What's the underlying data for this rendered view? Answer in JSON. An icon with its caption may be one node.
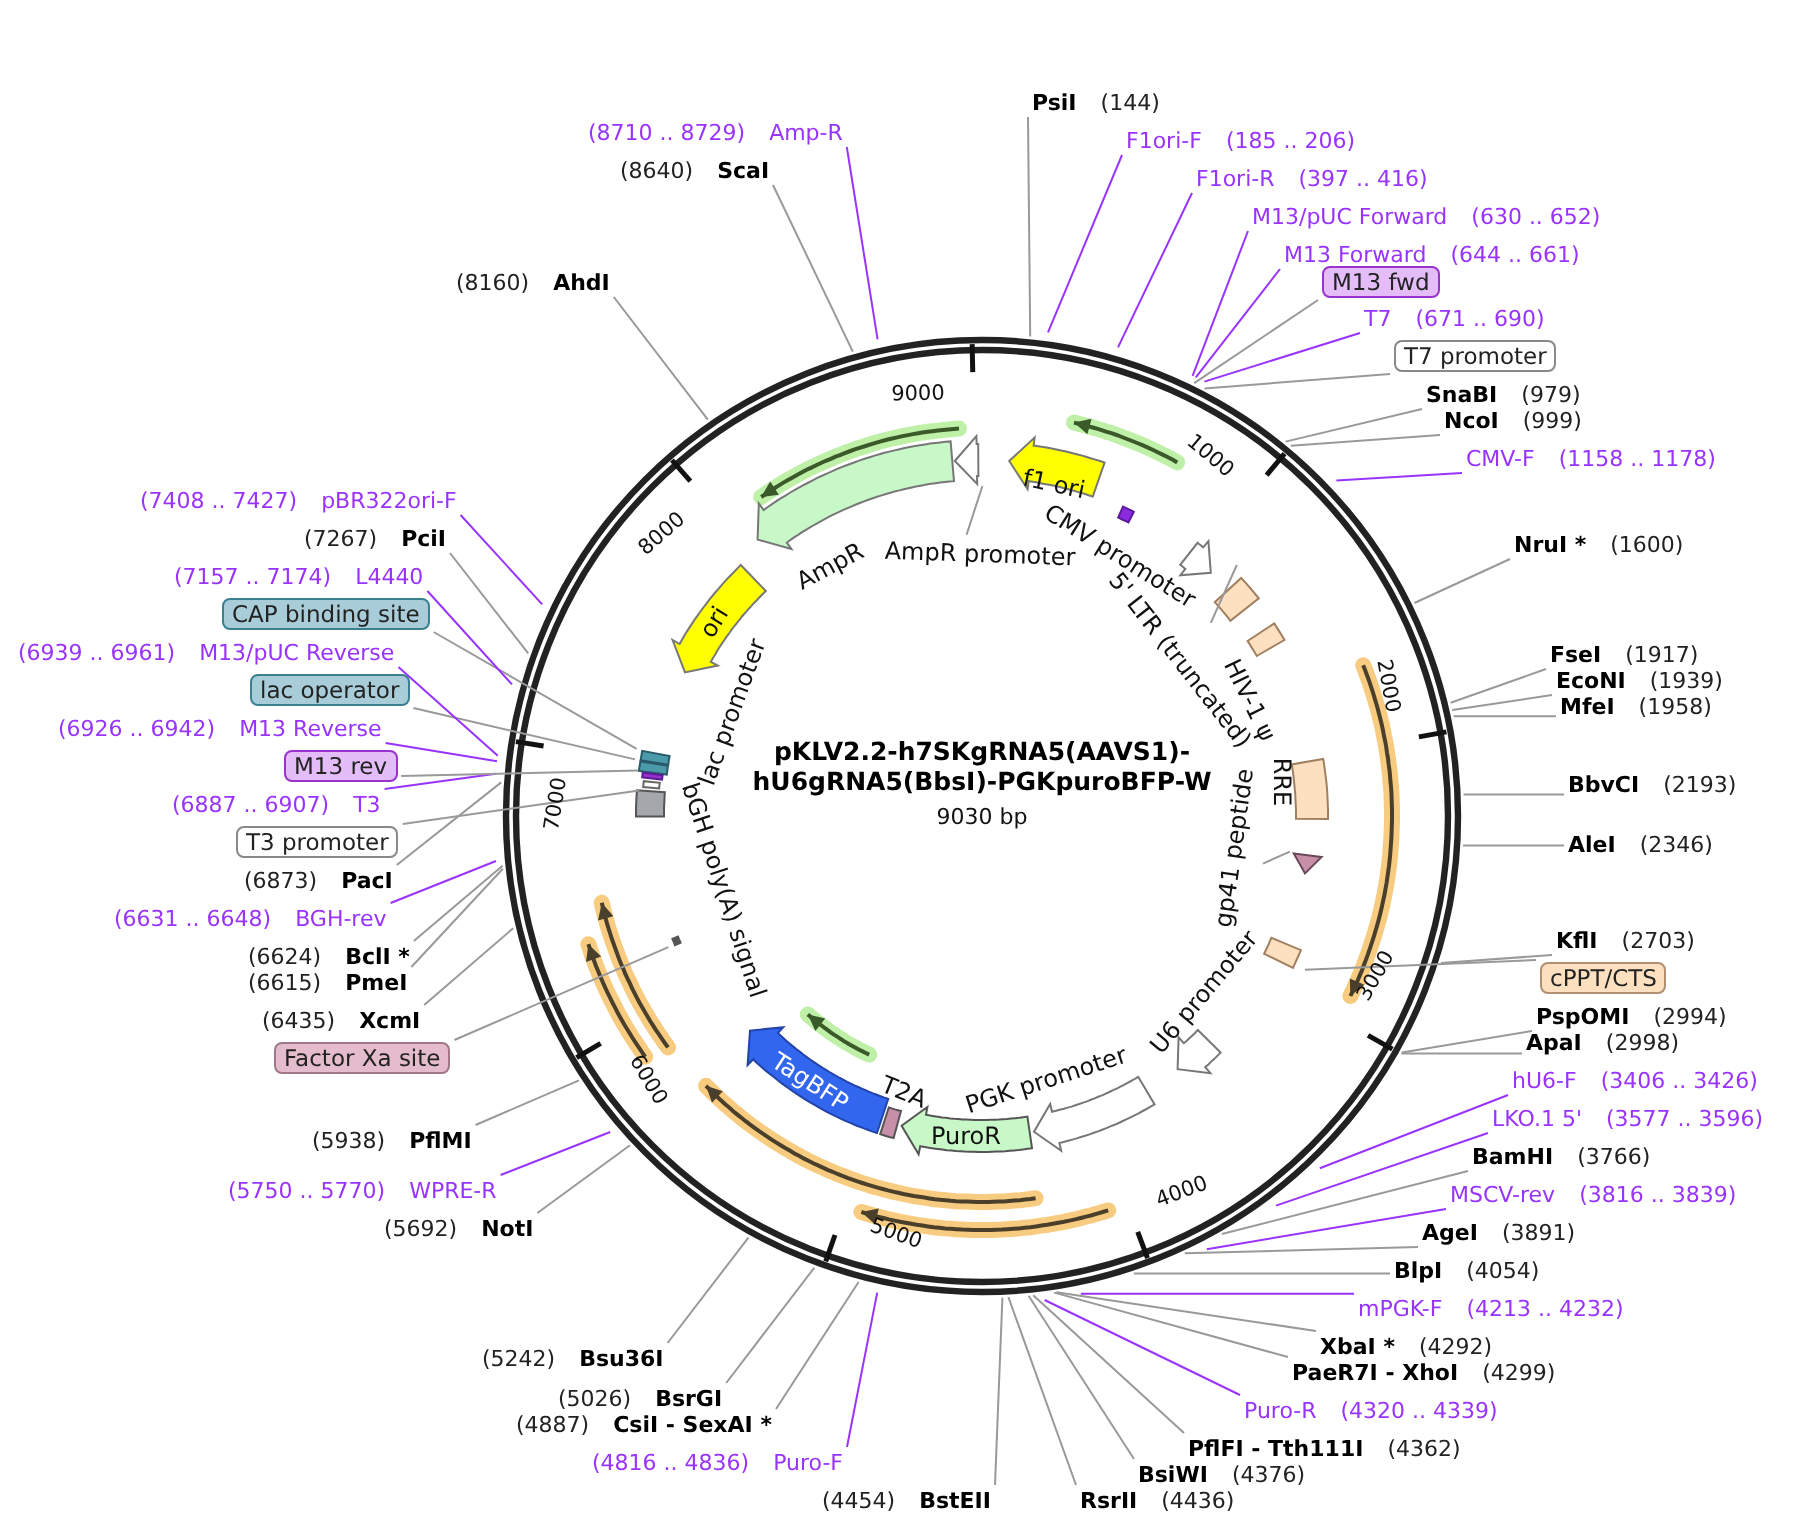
{
  "diagram": {
    "title": "pKLV2.2-h7SKgRNA5(AAVS1)-hU6gRNA5(BbsI)-PGKpuroBFP-W",
    "nodes": [
      {
        "text": [
          "PsiI",
          "(144)"
        ]
      },
      {
        "text": [
          "F1ori-F",
          "(185 .. 206)"
        ]
      },
      {
        "text": [
          "F1ori-R",
          "(397 .. 416)"
        ]
      },
      {
        "text": [
          "M13/pUC Forward",
          "(630 .. 652)"
        ]
      },
      {
        "text": [
          "M13 Forward",
          "(644 .. 661)"
        ]
      },
      {
        "text": [
          "M13 fwd"
        ]
      },
      {
        "text": [
          "T7",
          "(671 .. 690)"
        ]
      },
      {
        "text": [
          "T7 promoter"
        ]
      },
      {
        "text": [
          "SnaBI",
          "(979)"
        ]
      },
      {
        "text": [
          "NcoI",
          "(999)"
        ]
      },
      {
        "text": [
          "CMV-F",
          "(1158 .. 1178)"
        ]
      },
      {
        "text": [
          "NruI *",
          "(1600)"
        ]
      },
      {
        "text": [
          "FseI",
          "(1917)"
        ]
      },
      {
        "text": [
          "EcoNI",
          "(1939)"
        ]
      },
      {
        "text": [
          "MfeI",
          "(1958)"
        ]
      },
      {
        "text": [
          "BbvCI",
          "(2193)"
        ]
      },
      {
        "text": [
          "AleI",
          "(2346)"
        ]
      },
      {
        "text": [
          "KflI",
          "(2703)"
        ]
      },
      {
        "text": [
          "cPPT/CTS"
        ]
      },
      {
        "text": [
          "PspOMI",
          "(2994)"
        ]
      },
      {
        "text": [
          "ApaI",
          "(2998)"
        ]
      },
      {
        "text": [
          "hU6-F",
          "(3406 .. 3426)"
        ]
      },
      {
        "text": [
          "LKO.1 5'",
          "(3577 .. 3596)"
        ]
      },
      {
        "text": [
          "BamHI",
          "(3766)"
        ]
      },
      {
        "text": [
          "MSCV-rev",
          "(3816 .. 3839)"
        ]
      },
      {
        "text": [
          "AgeI",
          "(3891)"
        ]
      },
      {
        "text": [
          "BlpI",
          "(4054)"
        ]
      },
      {
        "text": [
          "mPGK-F",
          "(4213 .. 4232)"
        ]
      },
      {
        "text": [
          "XbaI *",
          "(4292)"
        ]
      },
      {
        "text": [
          "PaeR7I - XhoI",
          "(4299)"
        ]
      },
      {
        "text": [
          "Puro-R",
          "(4320 .. 4339)"
        ]
      },
      {
        "text": [
          "PflFI - Tth111I",
          "(4362)"
        ]
      },
      {
        "text": [
          "BsiWI",
          "(4376)"
        ]
      },
      {
        "text": [
          "RsrII",
          "(4436)"
        ]
      },
      {
        "text": [
          "(4454)",
          "BstEII"
        ]
      },
      {
        "text": [
          "(4816 .. 4836)",
          "Puro-F"
        ]
      },
      {
        "text": [
          "(4887)",
          "CsiI - SexAI *"
        ]
      },
      {
        "text": [
          "(5026)",
          "BsrGI"
        ]
      },
      {
        "text": [
          "(5242)",
          "Bsu36I"
        ]
      },
      {
        "text": [
          "(5692)",
          "NotI"
        ]
      },
      {
        "text": [
          "(5750 .. 5770)",
          "WPRE-R"
        ]
      },
      {
        "text": [
          "(5938)",
          "PflMI"
        ]
      },
      {
        "text": [
          "Factor Xa site"
        ]
      },
      {
        "text": [
          "(6435)",
          "XcmI"
        ]
      },
      {
        "text": [
          "(6615)",
          "PmeI"
        ]
      },
      {
        "text": [
          "(6624)",
          "BclI *"
        ]
      },
      {
        "text": [
          "(6631 .. 6648)",
          "BGH-rev"
        ]
      },
      {
        "text": [
          "(6873)",
          "PacI"
        ]
      },
      {
        "text": [
          "T3 promoter"
        ]
      },
      {
        "text": [
          "(6887 .. 6907)",
          "T3"
        ]
      },
      {
        "text": [
          "M13 rev"
        ]
      },
      {
        "text": [
          "(6926 .. 6942)",
          "M13 Reverse"
        ]
      },
      {
        "text": [
          "lac operator"
        ]
      },
      {
        "text": [
          "(6939 .. 6961)",
          "M13/pUC Reverse"
        ]
      },
      {
        "text": [
          "CAP binding site"
        ]
      },
      {
        "text": [
          "(7157 .. 7174)",
          "L4440"
        ]
      },
      {
        "text": [
          "(7267)",
          "PciI"
        ]
      },
      {
        "text": [
          "(7408 .. 7427)",
          "pBR322ori-F"
        ]
      },
      {
        "text": [
          "(8160)",
          "AhdI"
        ]
      },
      {
        "text": [
          "(8640)",
          "ScaI"
        ]
      },
      {
        "text": [
          "(8710 .. 8729)",
          "Amp-R"
        ]
      },
      {
        "text": [
          "f1 ori"
        ]
      },
      {
        "text": [
          "AmpR promoter"
        ]
      },
      {
        "text": [
          "AmpR"
        ]
      },
      {
        "text": [
          "ori"
        ]
      },
      {
        "text": [
          "lac promoter"
        ]
      },
      {
        "text": [
          "CMV promoter"
        ]
      },
      {
        "text": [
          "5' LTR (truncated)"
        ]
      },
      {
        "text": [
          "HIV-1 ψ"
        ]
      },
      {
        "text": [
          "RRE"
        ]
      },
      {
        "text": [
          "gp41 peptide"
        ]
      },
      {
        "text": [
          "U6 promoter"
        ]
      },
      {
        "text": [
          "PGK promoter"
        ]
      },
      {
        "text": [
          "PuroR"
        ]
      },
      {
        "text": [
          "T2A"
        ]
      },
      {
        "text": [
          "TagBFP"
        ]
      },
      {
        "text": [
          "bGH poly(A) signal"
        ]
      },
      {
        "text": [],
        "shape": "box"
      },
      {
        "text": [],
        "shape": "box"
      },
      {
        "text": [],
        "shape": "box"
      },
      {
        "text": [],
        "shape": "box"
      },
      {
        "text": [],
        "shape": "box"
      },
      {
        "text": [],
        "shape": "box"
      },
      {
        "text": [],
        "shape": "arrow"
      },
      {
        "text": [],
        "shape": "box"
      },
      {
        "text": [],
        "shape": "arrow"
      },
      {
        "text": [],
        "shape": "box"
      },
      {
        "text": [],
        "shape": "arrow"
      }
    ],
    "edges": [
      {
        "from": 0,
        "to": null,
        "arrow": "none"
      },
      {
        "from": 1,
        "to": null,
        "arrow": "none",
        "color": "#9933ff"
      },
      {
        "from": 2,
        "to": null,
        "arrow": "none",
        "color": "#9933ff"
      },
      {
        "from": 3,
        "to": null,
        "arrow": "none",
        "color": "#9933ff"
      },
      {
        "from": 4,
        "to": null,
        "arrow": "none",
        "color": "#9933ff"
      },
      {
        "from": 5,
        "to": null,
        "arrow": "none"
      },
      {
        "from": 6,
        "to": null,
        "arrow": "none",
        "color": "#9933ff"
      },
      {
        "from": 7,
        "to": null,
        "arrow": "none"
      },
      {
        "from": 8,
        "to": null,
        "arrow": "none"
      },
      {
        "from": 9,
        "to": null,
        "arrow": "none"
      },
      {
        "from": 10,
        "to": null,
        "arrow": "none",
        "color": "#9933ff"
      },
      {
        "from": 11,
        "to": null,
        "arrow": "none"
      },
      {
        "from": 12,
        "to": null,
        "arrow": "none"
      },
      {
        "from": 13,
        "to": null,
        "arrow": "none"
      },
      {
        "from": 14,
        "to": null,
        "arrow": "none"
      },
      {
        "from": 15,
        "to": null,
        "arrow": "none"
      },
      {
        "from": 16,
        "to": null,
        "arrow": "none"
      },
      {
        "from": 17,
        "to": null,
        "arrow": "none"
      },
      {
        "from": 18,
        "to": 77,
        "arrow": "none"
      },
      {
        "from": 19,
        "to": null,
        "arrow": "none"
      },
      {
        "from": 20,
        "to": null,
        "arrow": "none"
      },
      {
        "from": 21,
        "to": null,
        "arrow": "none",
        "color": "#9933ff"
      },
      {
        "from": 22,
        "to": null,
        "arrow": "none",
        "color": "#9933ff"
      },
      {
        "from": 23,
        "to": null,
        "arrow": "none"
      },
      {
        "from": 24,
        "to": null,
        "arrow": "none",
        "color": "#9933ff"
      },
      {
        "from": 25,
        "to": null,
        "arrow": "none"
      },
      {
        "from": 26,
        "to": null,
        "arrow": "none"
      },
      {
        "from": 27,
        "to": null,
        "arrow": "none",
        "color": "#9933ff"
      },
      {
        "from": 28,
        "to": null,
        "arrow": "none"
      },
      {
        "from": 29,
        "to": null,
        "arrow": "none"
      },
      {
        "from": 30,
        "to": null,
        "arrow": "none",
        "color": "#9933ff"
      },
      {
        "from": 31,
        "to": null,
        "arrow": "none"
      },
      {
        "from": 32,
        "to": null,
        "arrow": "none"
      },
      {
        "from": 33,
        "to": null,
        "arrow": "none"
      },
      {
        "from": 34,
        "to": null,
        "arrow": "none"
      },
      {
        "from": 35,
        "to": null,
        "arrow": "none",
        "color": "#9933ff"
      },
      {
        "from": 36,
        "to": null,
        "arrow": "none"
      },
      {
        "from": 37,
        "to": null,
        "arrow": "none"
      },
      {
        "from": 38,
        "to": null,
        "arrow": "none"
      },
      {
        "from": 39,
        "to": null,
        "arrow": "none"
      },
      {
        "from": 40,
        "to": null,
        "arrow": "none",
        "color": "#9933ff"
      },
      {
        "from": 41,
        "to": null,
        "arrow": "none"
      },
      {
        "from": 42,
        "to": 78,
        "arrow": "none"
      },
      {
        "from": 43,
        "to": null,
        "arrow": "none"
      },
      {
        "from": 44,
        "to": null,
        "arrow": "none"
      },
      {
        "from": 45,
        "to": null,
        "arrow": "none"
      },
      {
        "from": 46,
        "to": null,
        "arrow": "none",
        "color": "#9933ff"
      },
      {
        "from": 47,
        "to": null,
        "arrow": "none"
      },
      {
        "from": 48,
        "to": 82,
        "arrow": "none"
      },
      {
        "from": 49,
        "to": null,
        "arrow": "none",
        "color": "#9933ff"
      },
      {
        "from": 50,
        "to": 81,
        "arrow": "none"
      },
      {
        "from": 51,
        "to": null,
        "arrow": "none",
        "color": "#9933ff"
      },
      {
        "from": 52,
        "to": 80,
        "arrow": "none"
      },
      {
        "from": 53,
        "to": null,
        "arrow": "none",
        "color": "#9933ff"
      },
      {
        "from": 54,
        "to": 79,
        "arrow": "none"
      },
      {
        "from": 55,
        "to": null,
        "arrow": "none",
        "color": "#9933ff"
      },
      {
        "from": 56,
        "to": null,
        "arrow": "none"
      },
      {
        "from": 57,
        "to": null,
        "arrow": "none",
        "color": "#9933ff"
      },
      {
        "from": 58,
        "to": null,
        "arrow": "none"
      },
      {
        "from": 59,
        "to": null,
        "arrow": "none"
      },
      {
        "from": 60,
        "to": null,
        "arrow": "none",
        "color": "#9933ff"
      },
      {
        "from": 62,
        "to": 83,
        "arrow": "none"
      },
      {
        "from": 67,
        "to": 84,
        "arrow": "none"
      },
      {
        "from": 70,
        "to": 85,
        "arrow": "none"
      }
    ],
    "labels": [
      "9030 bp",
      "1000",
      "2000",
      "3000",
      "4000",
      "5000",
      "6000",
      "7000",
      "8000",
      "9000"
    ]
  }
}
